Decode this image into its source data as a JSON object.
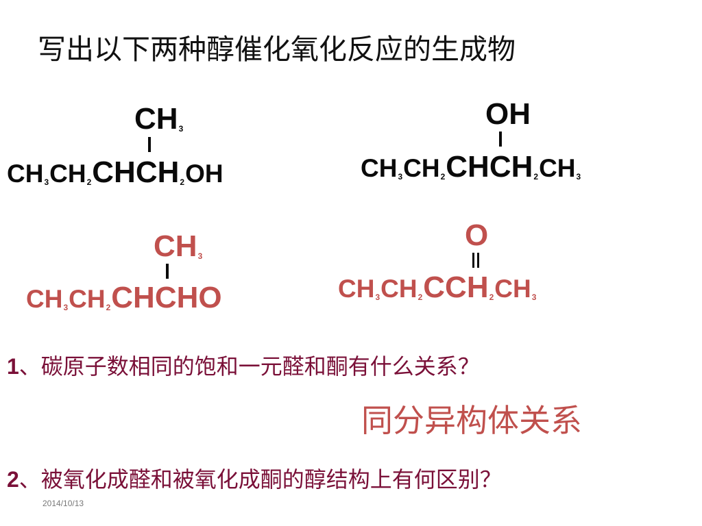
{
  "title": "写出以下两种醇催化氧化反应的生成物",
  "molecule1": {
    "branch": "CH",
    "branch_sub": "3",
    "p1": "CH",
    "s1": "3",
    "p2": "CH",
    "s2": "2",
    "p3": "CHCH",
    "s3": "2",
    "p4": "OH"
  },
  "molecule2": {
    "branch": "OH",
    "p1": "CH",
    "s1": "3",
    "p2": "CH",
    "s2": "2",
    "p3": "CHCH",
    "s3": "2",
    "p4": "CH",
    "s4": "3"
  },
  "product1": {
    "branch": "CH",
    "branch_sub": "3",
    "p1": "CH",
    "s1": "3",
    "p2": "CH",
    "s2": "2",
    "p3": "CHCHO"
  },
  "product2": {
    "branch": "O",
    "p1": "CH",
    "s1": "3",
    "p2": "CH",
    "s2": "2",
    "p3": "CCH",
    "s3": "2",
    "p4": "CH",
    "s4": "3"
  },
  "question1": {
    "num": "1",
    "text": "、碳原子数相同的饱和一元醛和酮有什么关系？"
  },
  "answer1": "同分异构体关系",
  "question2": {
    "num": "2",
    "text": "、被氧化成醛和被氧化成酮的醇结构上有何区别？"
  },
  "date": "2014/10/13",
  "colors": {
    "product": "#c0504d",
    "question": "#7a1038",
    "text": "#111111"
  }
}
